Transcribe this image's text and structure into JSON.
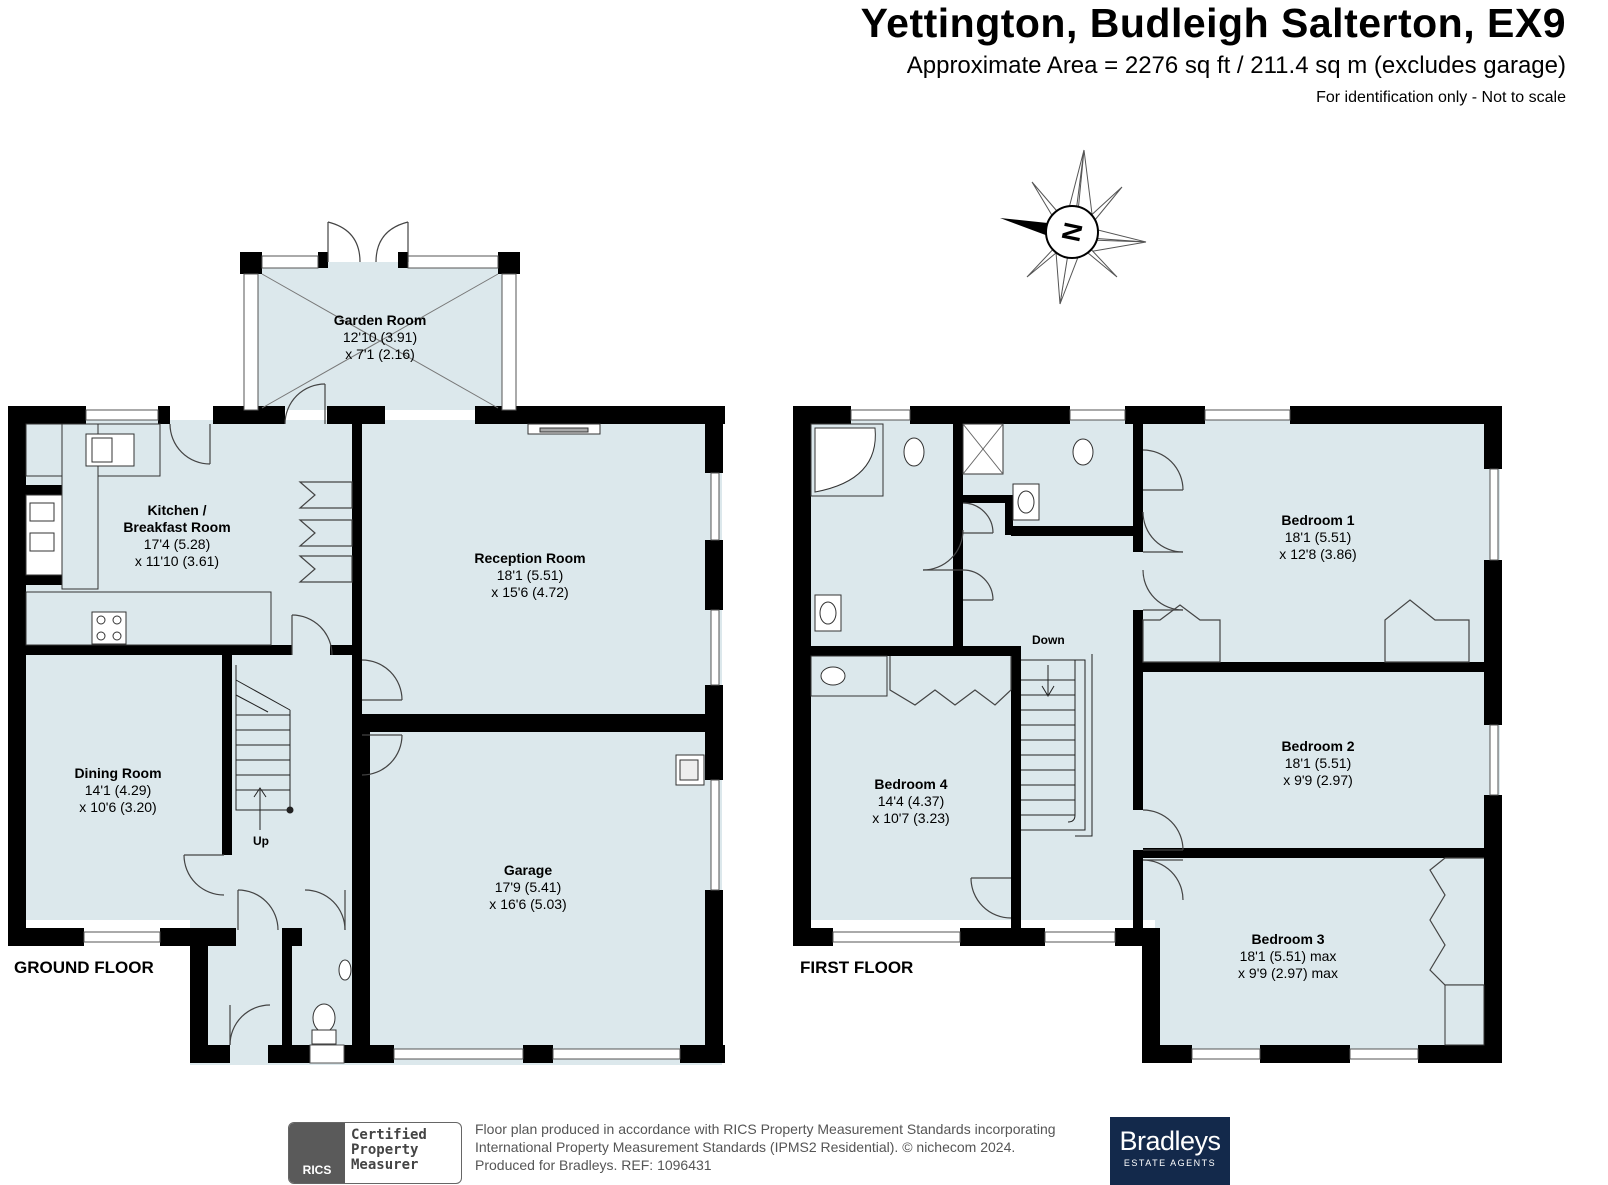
{
  "header": {
    "title": "Yettington, Budleigh Salterton, EX9",
    "area": "Approximate Area = 2276 sq ft / 211.4 sq m (excludes garage)",
    "note": "For identification only - Not to scale"
  },
  "compass": {
    "letter": "N",
    "icon": "compass-rose-icon"
  },
  "ground_floor": {
    "label": "GROUND FLOOR",
    "stair_label": "Up",
    "rooms": [
      {
        "name": "Garden Room",
        "dim1": "12'10 (3.91)",
        "dim2": "x 7'1 (2.16)"
      },
      {
        "name": "Kitchen /",
        "name2": "Breakfast Room",
        "dim1": "17'4 (5.28)",
        "dim2": "x 11'10 (3.61)"
      },
      {
        "name": "Reception Room",
        "dim1": "18'1 (5.51)",
        "dim2": "x 15'6 (4.72)"
      },
      {
        "name": "Dining Room",
        "dim1": "14'1 (4.29)",
        "dim2": "x 10'6 (3.20)"
      },
      {
        "name": "Garage",
        "dim1": "17'9 (5.41)",
        "dim2": "x 16'6 (5.03)"
      }
    ]
  },
  "first_floor": {
    "label": "FIRST FLOOR",
    "stair_label": "Down",
    "rooms": [
      {
        "name": "Bedroom 1",
        "dim1": "18'1 (5.51)",
        "dim2": "x 12'8 (3.86)"
      },
      {
        "name": "Bedroom 2",
        "dim1": "18'1 (5.51)",
        "dim2": "x 9'9 (2.97)"
      },
      {
        "name": "Bedroom 3",
        "dim1": "18'1 (5.51) max",
        "dim2": "x 9'9 (2.97) max"
      },
      {
        "name": "Bedroom 4",
        "dim1": "14'4 (4.37)",
        "dim2": "x 10'7 (3.23)"
      }
    ]
  },
  "footer": {
    "line1": "Floor plan produced in accordance with RICS Property Measurement Standards incorporating",
    "line2": "International Property Measurement Standards (IPMS2 Residential).   © nichecom 2024.",
    "line3": "Produced for Bradleys.    REF:  1096431",
    "rics_badge": "RICS",
    "rics_text": "Certified\nProperty\nMeasurer",
    "brand_name": "Bradleys",
    "brand_sub": "ESTATE AGENTS"
  },
  "colors": {
    "wall": "#000000",
    "room_fill": "#dce8ec",
    "brand": "#13294b"
  }
}
